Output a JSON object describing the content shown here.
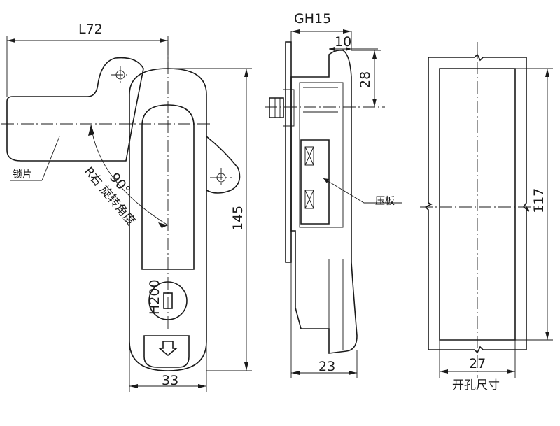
{
  "dimensions": {
    "L72": "L72",
    "GH15": "GH15",
    "d10": "10",
    "d28": "28",
    "d145": "145",
    "d33": "33",
    "d23": "23",
    "d117": "117",
    "d27": "27",
    "H200": "H200"
  },
  "labels": {
    "lock_tongue": "锁片",
    "rotation": "R右 旋转角度",
    "angle": "90°",
    "pressure_plate": "压板",
    "cutout_size": "开孔尺寸"
  }
}
